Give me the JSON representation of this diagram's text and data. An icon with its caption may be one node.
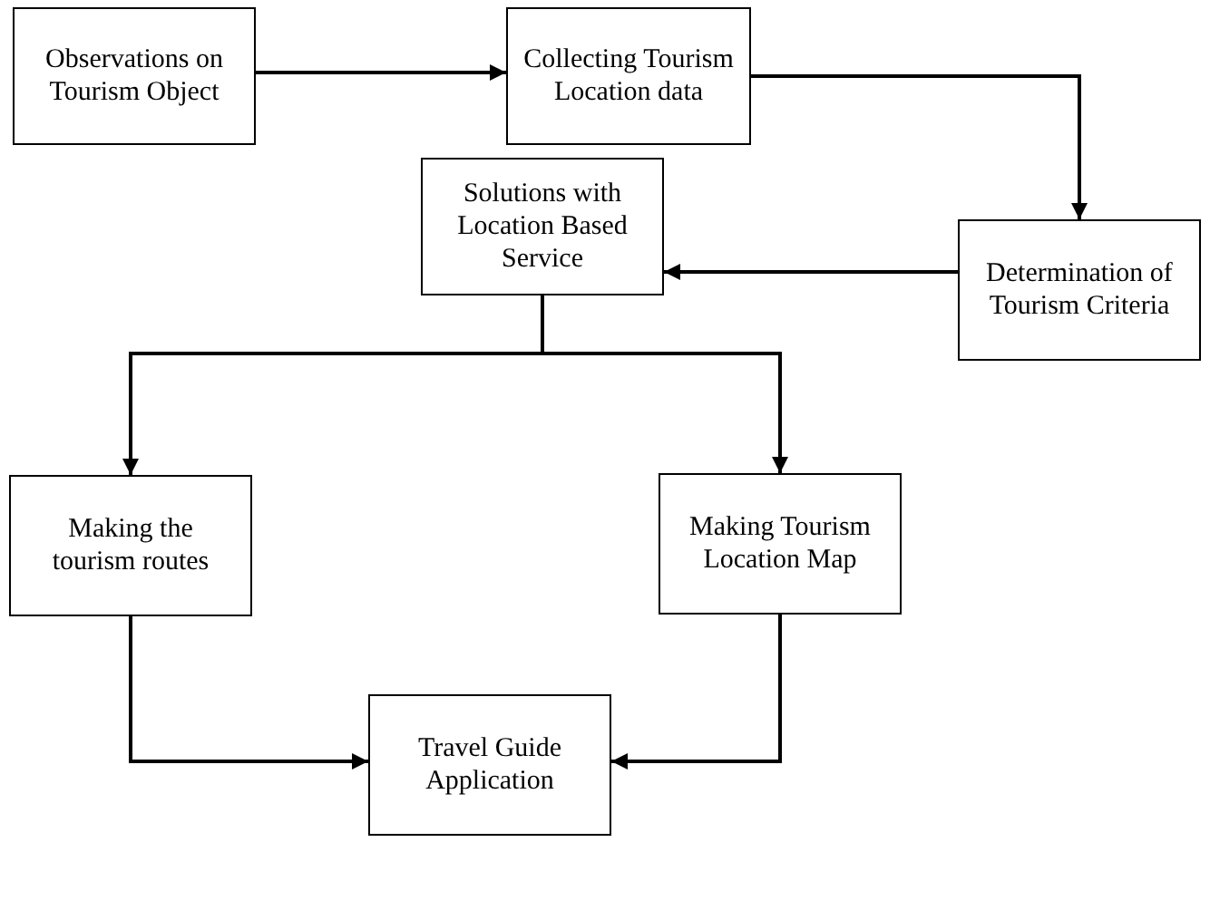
{
  "diagram": {
    "nodes": [
      {
        "text": [
          "Observations on Tourism Object"
        ]
      },
      {
        "text": [
          "Collecting Tourism Location data"
        ]
      },
      {
        "text": [
          "Determination of Tourism Criteria"
        ]
      },
      {
        "text": [
          "Solutions with Location Based Service"
        ]
      },
      {
        "text": [
          "Making the tourism routes"
        ]
      },
      {
        "text": [
          "Making Tourism Location Map"
        ]
      },
      {
        "text": [
          "Travel Guide Application"
        ]
      }
    ],
    "edges": [
      {
        "from": 0,
        "to": 1,
        "arrow": "to"
      },
      {
        "from": 1,
        "to": 2,
        "arrow": "to"
      },
      {
        "from": 2,
        "to": 3,
        "arrow": "to"
      },
      {
        "from": 3,
        "to": 4,
        "arrow": "to"
      },
      {
        "from": 3,
        "to": 5,
        "arrow": "to"
      },
      {
        "from": 4,
        "to": 6,
        "arrow": "to"
      },
      {
        "from": 5,
        "to": 6,
        "arrow": "to"
      }
    ]
  }
}
